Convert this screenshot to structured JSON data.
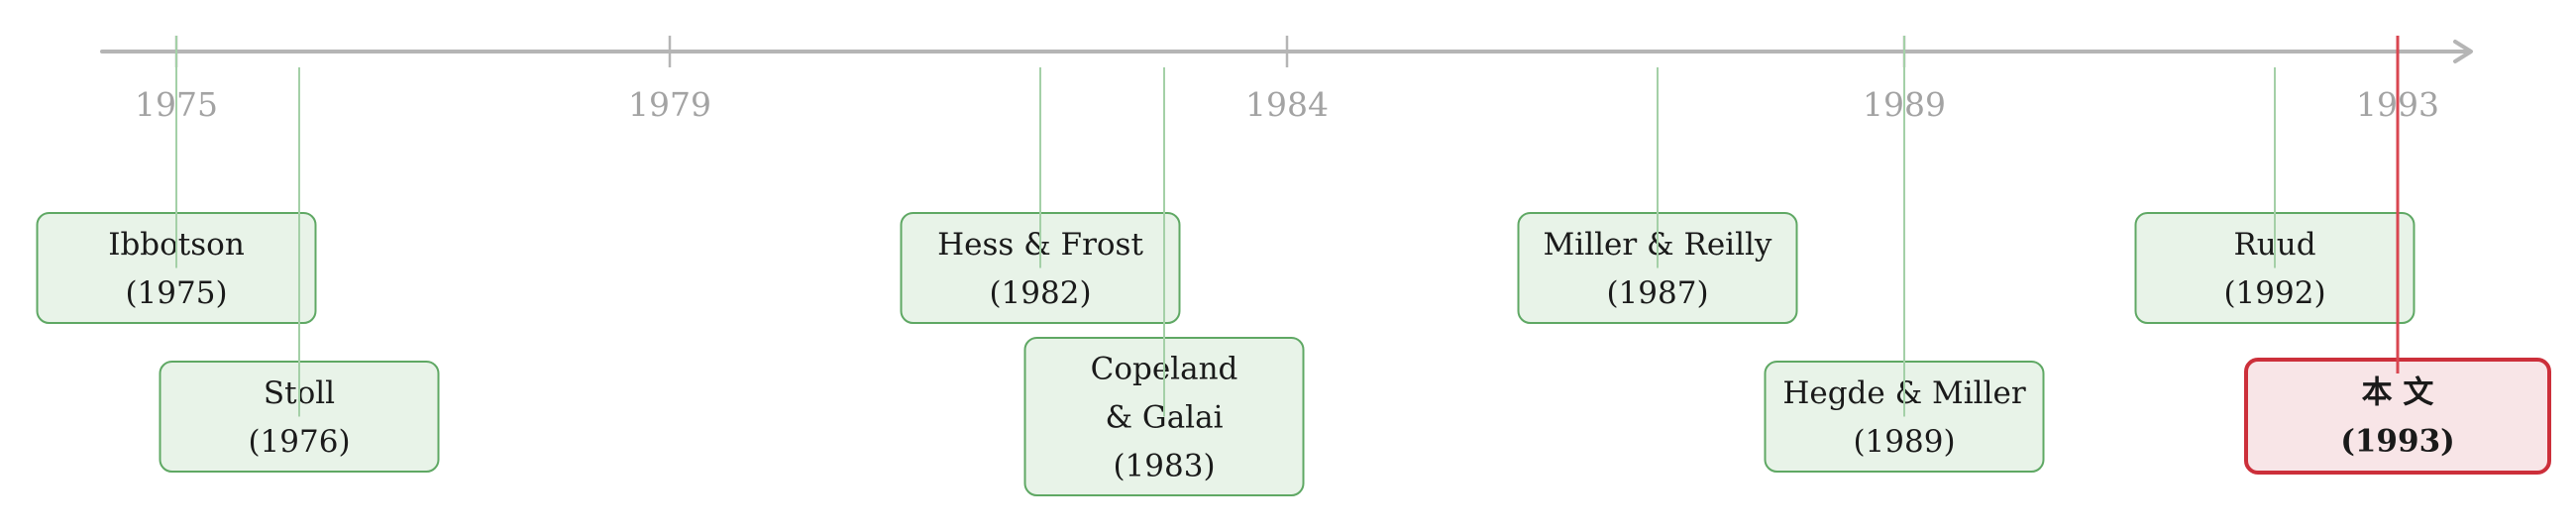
{
  "colors": {
    "axis": "#b5b5b5",
    "axis_label": "#a3a3a3",
    "box_fill": "#e8f3e8",
    "box_stroke": "#5fa864",
    "connector": "#a4d0a7",
    "highlight_fill": "#f8e5e7",
    "highlight_stroke": "#cc2f3a",
    "highlight_connector": "#d94650",
    "text": "#1a1a1a"
  },
  "axis_ticks": [
    "1975",
    "1979",
    "1984",
    "1989",
    "1993"
  ],
  "events": [
    {
      "lines": [
        "Ibbotson",
        "(1975)"
      ],
      "highlight": false
    },
    {
      "lines": [
        "Stoll",
        "(1976)"
      ],
      "highlight": false
    },
    {
      "lines": [
        "Hess & Frost",
        "(1982)"
      ],
      "highlight": false
    },
    {
      "lines": [
        "Copeland",
        "& Galai",
        "(1983)"
      ],
      "highlight": false
    },
    {
      "lines": [
        "Miller & Reilly",
        "(1987)"
      ],
      "highlight": false
    },
    {
      "lines": [
        "Hegde & Miller",
        "(1989)"
      ],
      "highlight": false
    },
    {
      "lines": [
        "Ruud",
        "(1992)"
      ],
      "highlight": false
    },
    {
      "lines": [
        "本 文",
        "(1993)"
      ],
      "highlight": true
    }
  ]
}
